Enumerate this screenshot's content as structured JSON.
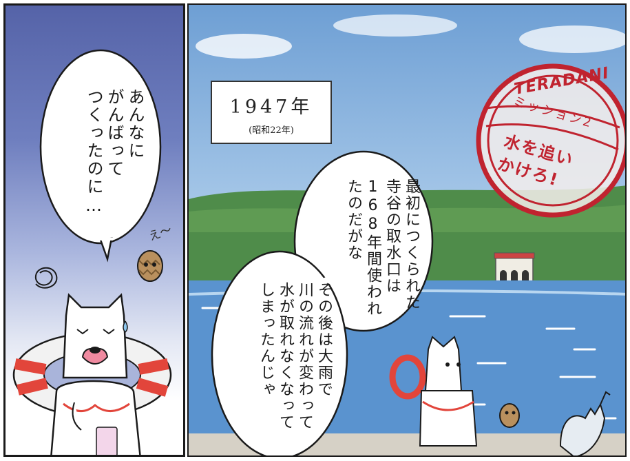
{
  "left_panel": {
    "speech": "あんなに\nがんばって\nつくったのに…",
    "sound": "え〜"
  },
  "right_panel": {
    "year_box": {
      "year": "1947年",
      "era": "(昭和22年)"
    },
    "stamp": {
      "title": "TERADANI",
      "mission": "ミッション2",
      "headline": "水を追い\nかけろ!"
    },
    "speech_1": "最初につくられた\n寺谷の取水口は\n168年間使われ\nたのだがな",
    "speech_2": "その後は大雨で\n川の流れが変わって\n水が取れなくなって\nしまったんじゃ"
  },
  "colors": {
    "stamp_red": "#c0232f",
    "river_blue": "#5a93cf",
    "forest_green": "#4f8c4a",
    "sky_gradient_top": "#5563a8"
  }
}
